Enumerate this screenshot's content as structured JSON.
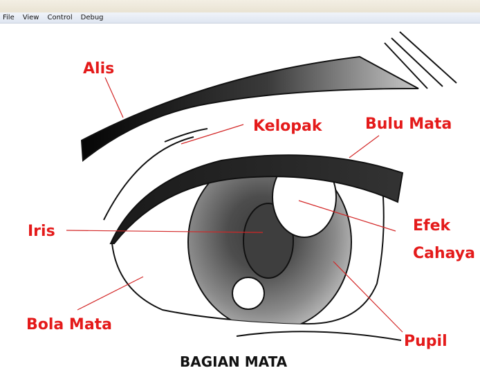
{
  "menubar": {
    "items": [
      {
        "label": "File"
      },
      {
        "label": "View"
      },
      {
        "label": "Control"
      },
      {
        "label": "Debug"
      }
    ]
  },
  "labels": {
    "alis": "Alis",
    "kelopak": "Kelopak",
    "bulu_mata": "Bulu Mata",
    "iris": "Iris",
    "efek": "Efek",
    "cahaya": "Cahaya",
    "bola_mata": "Bola Mata",
    "pupil": "Pupil"
  },
  "caption": "BAGIAN MATA",
  "colors": {
    "label_red": "#e41a1a",
    "line_red": "#d32626",
    "outline": "#111111"
  }
}
